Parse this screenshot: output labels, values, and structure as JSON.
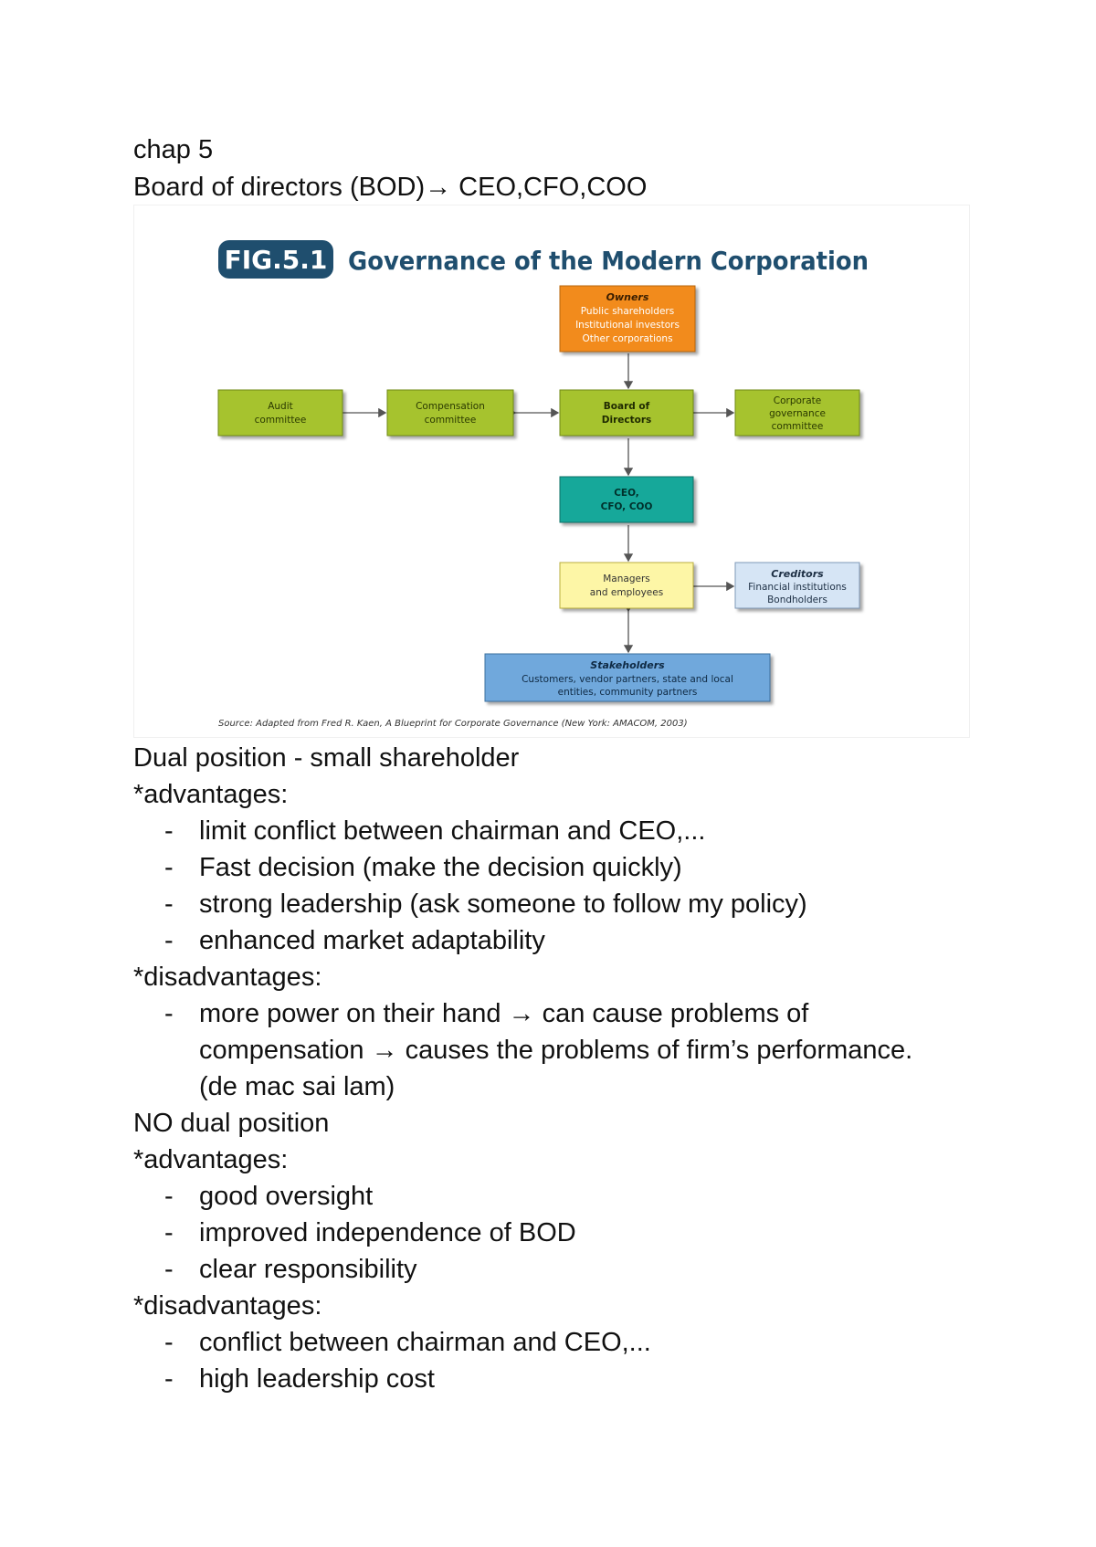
{
  "heading": {
    "chapter": "chap 5",
    "subtitle": "Board of directors (BOD)→ CEO,CFO,COO"
  },
  "figure": {
    "badge": "FIG.5.1",
    "title": "Governance of the Modern Corporation",
    "owners": {
      "title": "Owners",
      "lines": [
        "Public shareholders",
        "Institutional investors",
        "Other corporations"
      ]
    },
    "audit": {
      "lines": [
        "Audit",
        "committee"
      ]
    },
    "compensation": {
      "lines": [
        "Compensation",
        "committee"
      ]
    },
    "board": {
      "lines": [
        "Board of",
        "Directors"
      ]
    },
    "corporate": {
      "lines": [
        "Corporate",
        "governance",
        "committee"
      ]
    },
    "ceo": {
      "lines": [
        "CEO,",
        "CFO, COO"
      ]
    },
    "managers": {
      "lines": [
        "Managers",
        "and employees"
      ]
    },
    "creditors": {
      "title": "Creditors",
      "lines": [
        "Financial institutions",
        "Bondholders"
      ]
    },
    "stakeholders": {
      "title": "Stakeholders",
      "lines": [
        "Customers, vendor partners, state and local",
        "entities, community partners"
      ]
    },
    "source": "Source: Adapted from Fred R. Kaen, A Blueprint for Corporate Governance (New York: AMACOM, 2003)",
    "colors": {
      "badge": "#1f4e6e",
      "title": "#1f4e6e",
      "owners": "#f28b1e",
      "committee": "#a6c32e",
      "ceo": "#14a89a",
      "managers": "#fdf6a6",
      "creditors": "#d6e5f5",
      "stakeholders": "#6fa8dc"
    }
  },
  "dual": {
    "heading": "Dual position - small shareholder",
    "adv_label": "*advantages:",
    "adv": [
      "limit conflict between chairman and CEO,...",
      "Fast decision (make the decision quickly)",
      "strong leadership (ask someone to follow my policy)",
      "enhanced market adaptability"
    ],
    "dis_label": "*disadvantages:",
    "dis_lines": [
      "more power on their hand → can cause problems of",
      "compensation → causes the problems of firm’s performance.",
      "(de mac sai lam)"
    ]
  },
  "nodual": {
    "heading": "NO dual position",
    "adv_label": "*advantages:",
    "adv": [
      "good oversight",
      "improved independence of BOD",
      "clear responsibility"
    ],
    "dis_label": "*disadvantages:",
    "dis": [
      "conflict between chairman and CEO,...",
      "high leadership cost"
    ]
  },
  "bullet_char": "-"
}
